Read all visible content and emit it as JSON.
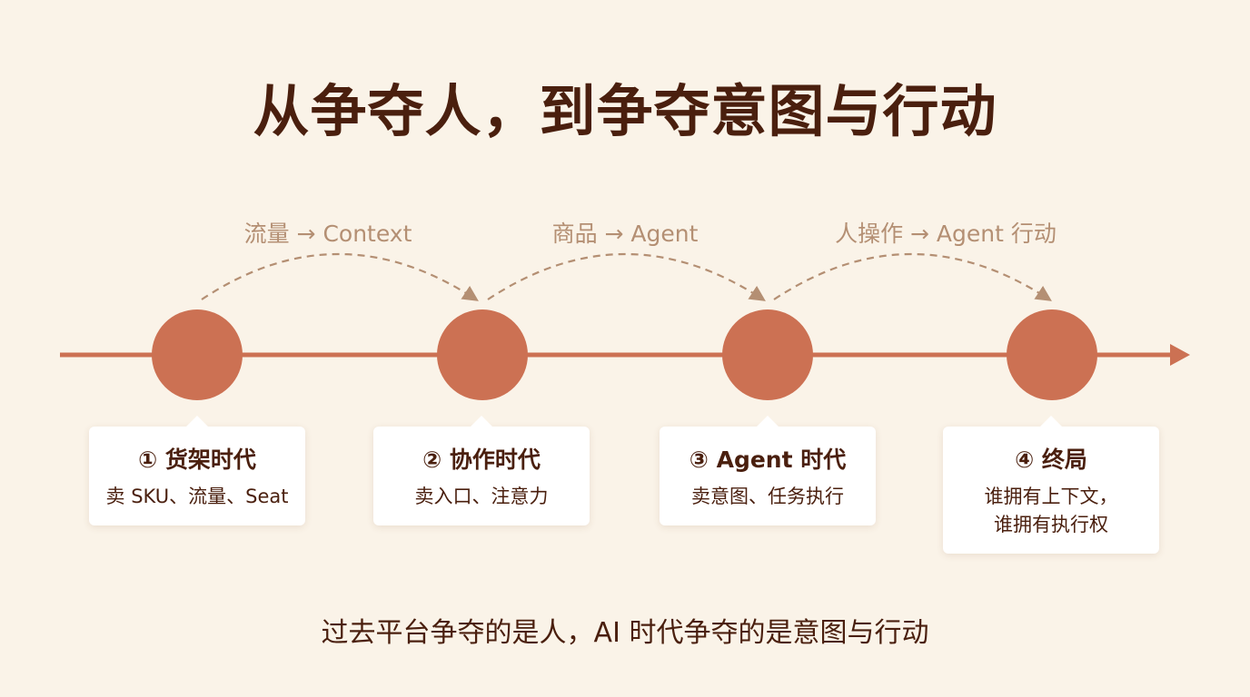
{
  "title": "从争夺人，到争夺意图与行动",
  "transitions": [
    {
      "label": "流量 → Context"
    },
    {
      "label": "商品 → Agent"
    },
    {
      "label": "人操作 → Agent 行动"
    }
  ],
  "stages": [
    {
      "title": "① 货架时代",
      "desc": "卖 SKU、流量、Seat"
    },
    {
      "title": "② 协作时代",
      "desc": "卖入口、注意力"
    },
    {
      "title": "③ Agent 时代",
      "desc": "卖意图、任务执行"
    },
    {
      "title": "④ 终局",
      "desc": "谁拥有上下文，\n谁拥有执行权"
    }
  ],
  "bottom_text": "过去平台争夺的是人，AI 时代争夺的是意图与行动",
  "colors": {
    "background": "#faf3e8",
    "accent": "#cc7153",
    "text": "#4a1f0e",
    "muted": "#b48f73",
    "card": "#ffffff"
  }
}
